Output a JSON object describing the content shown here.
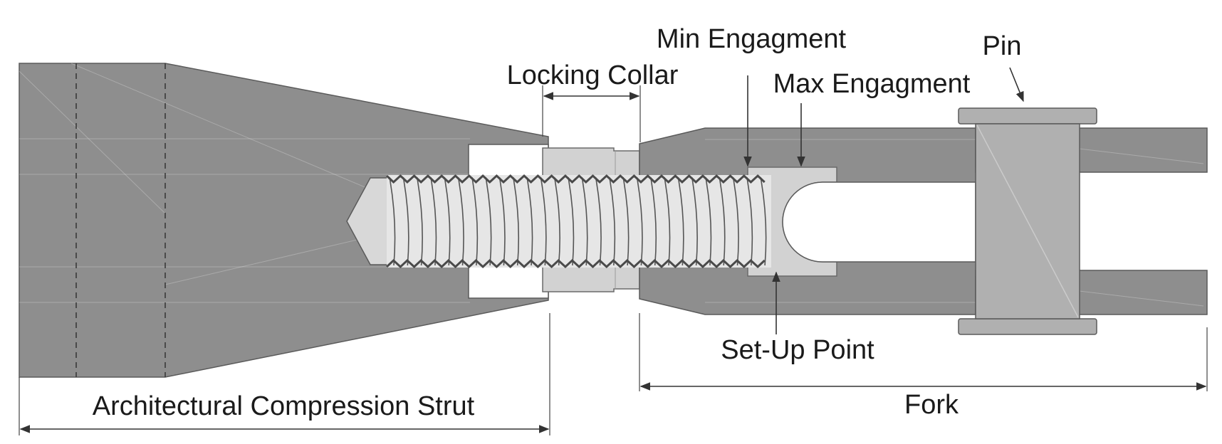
{
  "labels": {
    "strut": "Architectural Compression Strut",
    "locking_collar": "Locking Collar",
    "min_engagement": "Min Engagment",
    "max_engagement": "Max Engagment",
    "pin": "Pin",
    "set_up_point": "Set-Up Point",
    "fork": "Fork"
  },
  "colors": {
    "body": "#8e8e8e",
    "collar": "#d2d2d2",
    "pin": "#b0b0b0",
    "outline": "#5a5a5a"
  }
}
